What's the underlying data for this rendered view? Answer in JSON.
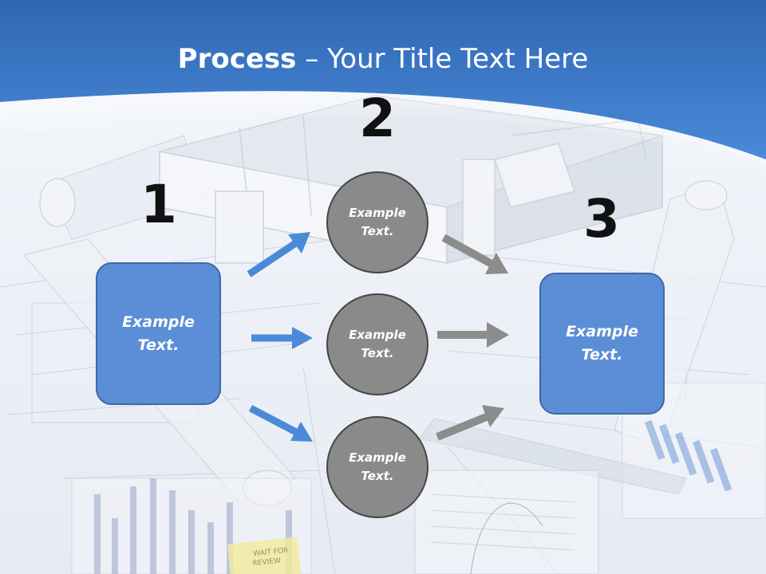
{
  "title": {
    "bold": "Process",
    "dash": " – ",
    "rest": "Your Title Text Here"
  },
  "steps": {
    "one": "1",
    "two": "2",
    "three": "3"
  },
  "left_box": {
    "text": "Example\nText."
  },
  "circles": [
    {
      "text": "Example\nText."
    },
    {
      "text": "Example\nText."
    },
    {
      "text": "Example\nText."
    }
  ],
  "right_box": {
    "text": "Example\nText."
  },
  "colors": {
    "header_blue": "#3a7bd0",
    "box_blue": "#5b8ed6",
    "arrow_blue": "#4a8ad8",
    "circle_gray": "#8a8a8a",
    "arrow_gray": "#8c8c8c"
  },
  "handwritten_note": {
    "text": "WAIT FOR\nREVIEW"
  }
}
